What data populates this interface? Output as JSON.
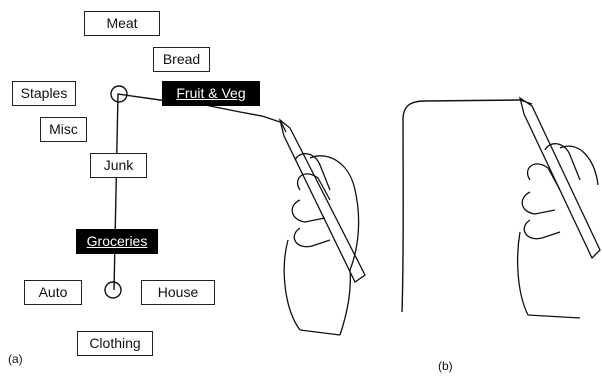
{
  "panel_a": {
    "label": "(a)",
    "menu_items": {
      "meat": "Meat",
      "bread": "Bread",
      "staples": "Staples",
      "fruit_veg": "Fruit & Veg",
      "misc": "Misc",
      "junk": "Junk",
      "groceries": "Groceries",
      "auto": "Auto",
      "house": "House",
      "clothing": "Clothing"
    },
    "selected_items": [
      "Groceries",
      "Fruit & Veg"
    ]
  },
  "panel_b": {
    "label": "(b)"
  },
  "colors": {
    "ink": "#111111",
    "selected_bg": "#000000",
    "selected_fg": "#ffffff"
  }
}
